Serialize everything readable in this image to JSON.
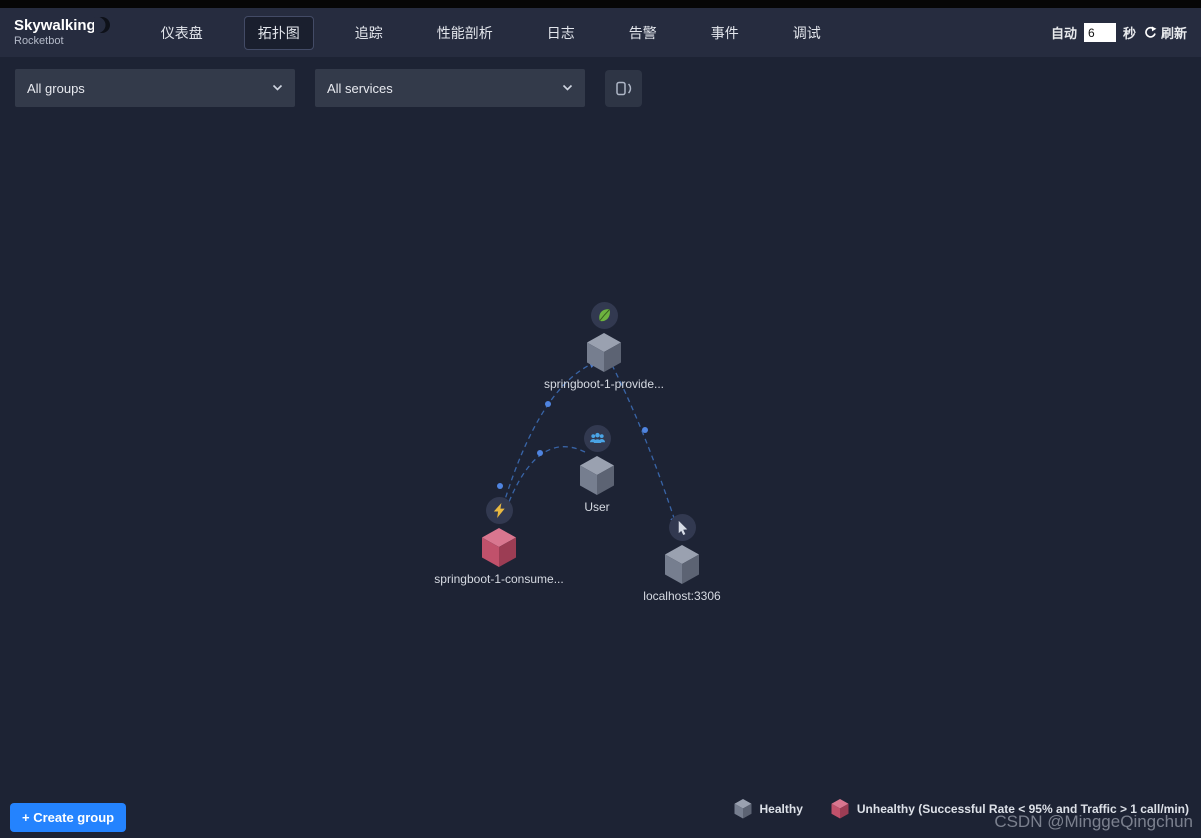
{
  "navbar": {
    "logo_title": "Skywalking",
    "logo_subtitle": "Rocketbot",
    "items": [
      "仪表盘",
      "拓扑图",
      "追踪",
      "性能剖析",
      "日志",
      "告警",
      "事件",
      "调试"
    ],
    "active_item": "拓扑图",
    "auto_label": "自动",
    "interval_value": "6",
    "seconds_label": "秒",
    "refresh_label": "刷新"
  },
  "toolbar": {
    "groups_value": "All groups",
    "services_value": "All services"
  },
  "topology": {
    "nodes": [
      {
        "label": "springboot-1-provide...",
        "type": "spring-service",
        "health": "healthy"
      },
      {
        "label": "User",
        "type": "user",
        "health": "healthy"
      },
      {
        "label": "springboot-1-consume...",
        "type": "spring-service",
        "health": "unhealthy"
      },
      {
        "label": "localhost:3306",
        "type": "database",
        "health": "healthy"
      }
    ],
    "edges": [
      {
        "from": "User",
        "to": "springboot-1-consume..."
      },
      {
        "from": "springboot-1-consume...",
        "to": "springboot-1-provide..."
      },
      {
        "from": "springboot-1-provide...",
        "to": "localhost:3306"
      }
    ]
  },
  "legend": {
    "healthy_label": "Healthy",
    "unhealthy_label": "Unhealthy (Successful Rate < 95% and Traffic > 1 call/min)"
  },
  "footer": {
    "create_group_label": "+ Create group"
  },
  "watermark": "CSDN @MinggeQingchun",
  "colors": {
    "navbar_bg": "#262c3f",
    "page_bg": "#1d2334",
    "accent_blue": "#2483fe",
    "healthy_cube": "#8d94a4",
    "unhealthy_cube": "#c14f6b",
    "edge": "#3c6cb4",
    "spring_green": "#6db33f",
    "user_blue": "#4aa4e6",
    "lightning_yellow": "#e9b941"
  }
}
